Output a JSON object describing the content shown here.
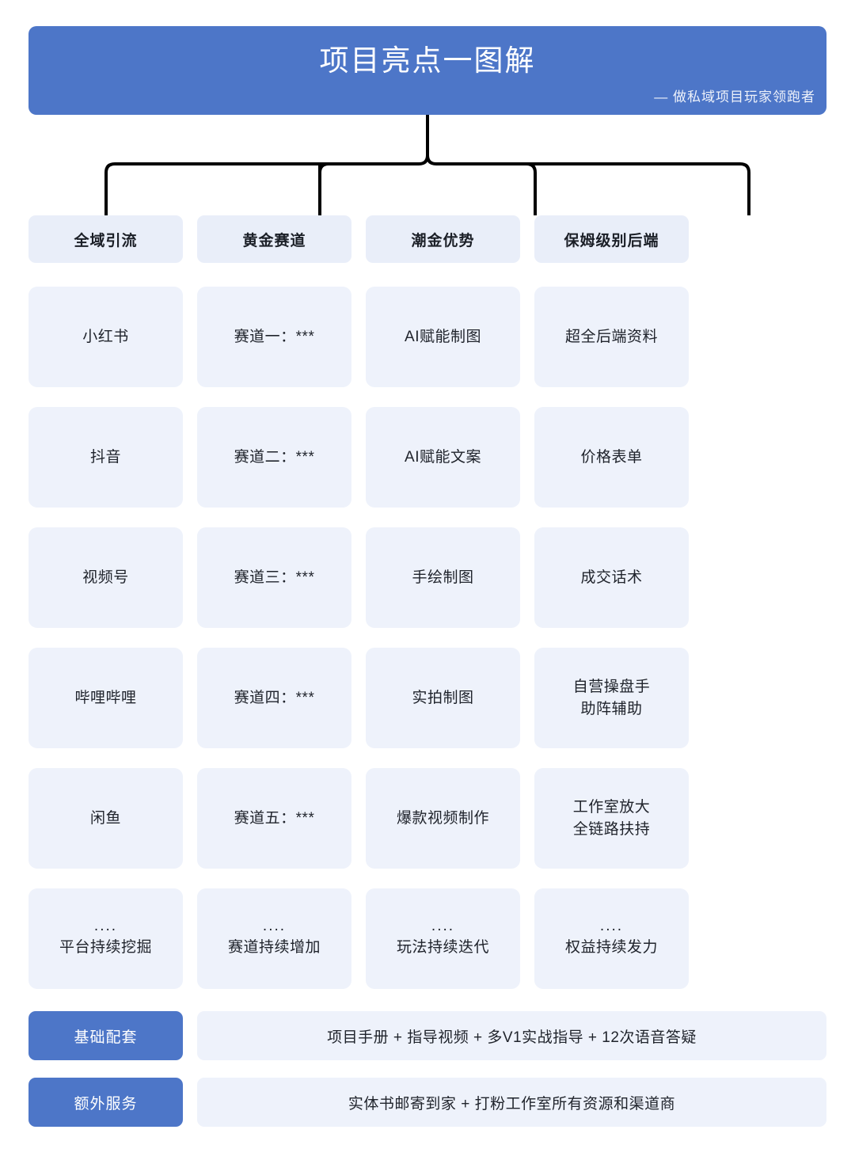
{
  "header": {
    "title": "项目亮点一图解",
    "subtitle": "— 做私域项目玩家领跑者",
    "background_color": "#4d76c8",
    "title_color": "#ffffff"
  },
  "theme": {
    "accent": "#4d76c8",
    "card_fill": "#eef2fb",
    "header_cell_fill": "#e9eef9",
    "text": "#20242c",
    "connector_stroke": "#000000"
  },
  "columns": [
    {
      "header": "全域引流",
      "cells": [
        {
          "text": "小红书"
        },
        {
          "text": "抖音"
        },
        {
          "text": "视频号"
        },
        {
          "text": "哔哩哔哩"
        },
        {
          "text": "闲鱼"
        },
        {
          "dots": "....",
          "text": "平台持续挖掘"
        }
      ]
    },
    {
      "header": "黄金赛道",
      "cells": [
        {
          "text": "赛道一：***"
        },
        {
          "text": "赛道二：***"
        },
        {
          "text": "赛道三：***"
        },
        {
          "text": "赛道四：***"
        },
        {
          "text": "赛道五：***"
        },
        {
          "dots": "....",
          "text": "赛道持续增加"
        }
      ]
    },
    {
      "header": "潮金优势",
      "cells": [
        {
          "text": "AI赋能制图"
        },
        {
          "text": "AI赋能文案"
        },
        {
          "text": "手绘制图"
        },
        {
          "text": "实拍制图"
        },
        {
          "text": "爆款视频制作"
        },
        {
          "dots": "....",
          "text": "玩法持续迭代"
        }
      ]
    },
    {
      "header": "保姆级别后端",
      "cells": [
        {
          "text": "超全后端资料"
        },
        {
          "text": "价格表单"
        },
        {
          "text": "成交话术"
        },
        {
          "line1": "自营操盘手",
          "line2": "助阵辅助"
        },
        {
          "line1": "工作室放大",
          "line2": "全链路扶持"
        },
        {
          "dots": "....",
          "text": "权益持续发力"
        }
      ]
    }
  ],
  "bottom_rows": [
    {
      "badge": "基础配套",
      "content": "项目手册 + 指导视频 + 多V1实战指导 + 12次语音答疑"
    },
    {
      "badge": "额外服务",
      "content": "实体书邮寄到家 + 打粉工作室所有资源和渠道商"
    }
  ]
}
